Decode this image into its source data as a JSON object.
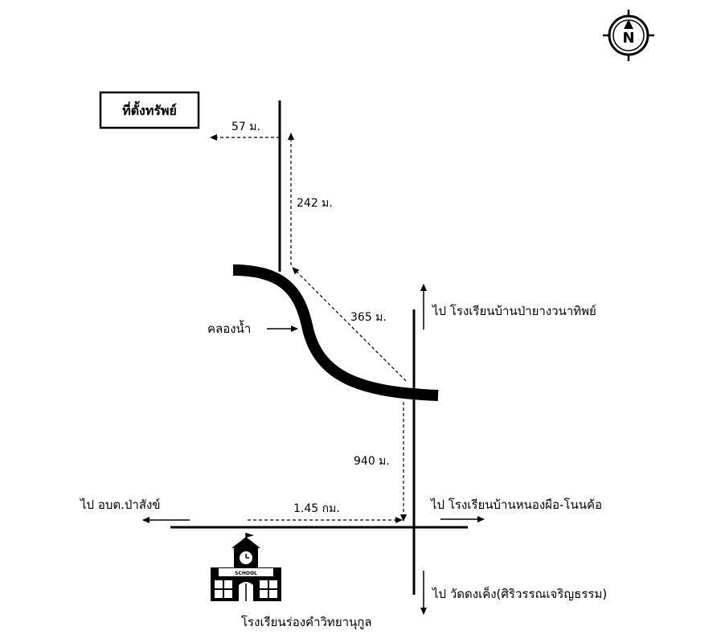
{
  "map": {
    "property_label": "ที่ตั้งทรัพย์",
    "compass_letter": "N",
    "distances": {
      "west_offset": "57 ม.",
      "north_segment": "242 ม.",
      "diagonal": "365 ม.",
      "south_segment": "940 ม.",
      "main_road": "1.45 กม."
    },
    "canal_label": "คลองน้ำ",
    "destinations": {
      "north": "ไป โรงเรียนบ้านป่ายางวนาทิพย์",
      "east": "ไป โรงเรียนบ้านหนองผือ-โนนค้อ",
      "south": "ไป วัดดงเค็ง(ศิริวรรณเจริญธรรม)",
      "west": "ไป อบต.ป่าสังข์"
    },
    "landmark": {
      "name": "โรงเรียนร่องคำวิทยานุกูล",
      "sign": "SCHOOL"
    },
    "icons": [
      "compass-icon",
      "school-icon",
      "flag-icon",
      "clock-icon"
    ]
  }
}
